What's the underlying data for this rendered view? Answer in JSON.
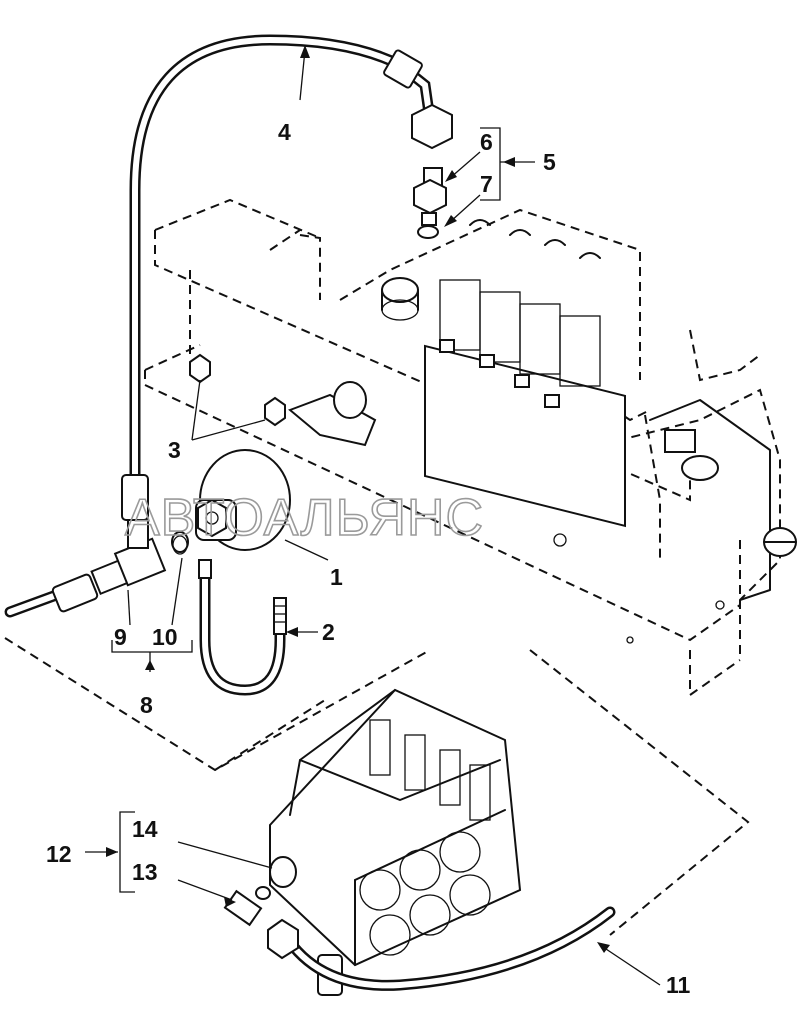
{
  "watermark": "АВТОАЛЬЯНС",
  "callouts": {
    "c1": "1",
    "c2": "2",
    "c3": "3",
    "c4": "4",
    "c5": "5",
    "c6": "6",
    "c7": "7",
    "c8": "8",
    "c9": "9",
    "c10": "10",
    "c11": "11",
    "c12": "12",
    "c13": "13",
    "c14": "14"
  },
  "colors": {
    "ink": "#111111",
    "watermark": "#9a9a9a",
    "paper": "#ffffff"
  }
}
